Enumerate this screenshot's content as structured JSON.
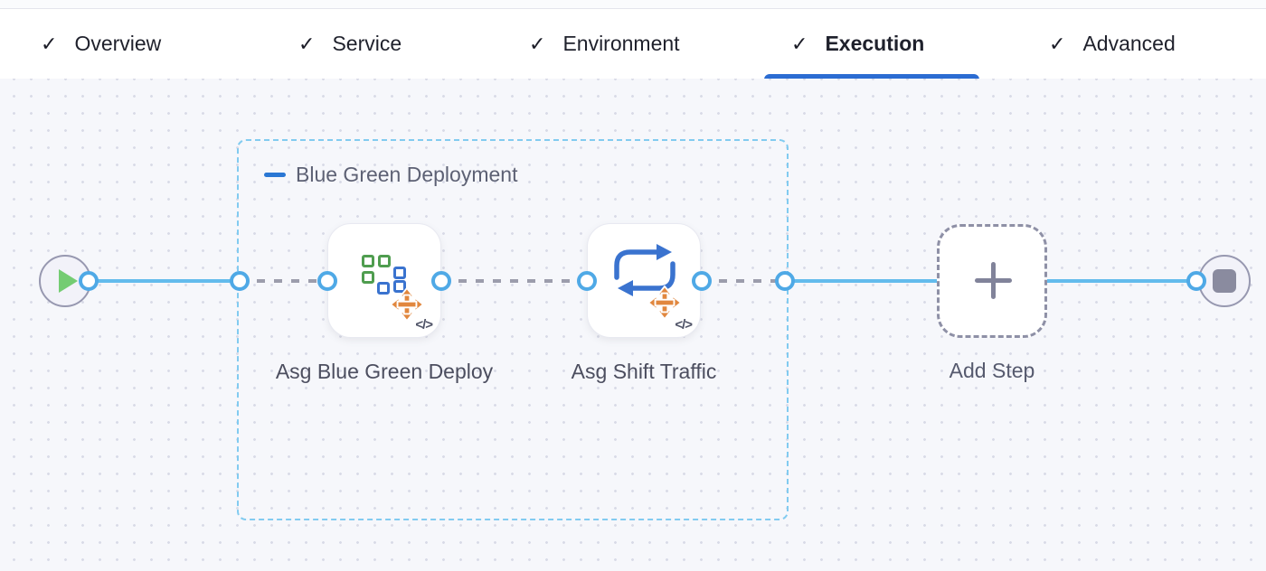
{
  "header": {
    "check_glyph": "✓",
    "tabs": [
      {
        "label": "Overview",
        "state": "completed"
      },
      {
        "label": "Service",
        "state": "completed"
      },
      {
        "label": "Environment",
        "state": "completed"
      },
      {
        "label": "Execution",
        "state": "active"
      },
      {
        "label": "Advanced",
        "state": "completed"
      }
    ]
  },
  "pipeline": {
    "start_node": {
      "icon": "play-icon"
    },
    "end_node": {
      "icon": "stop-icon"
    },
    "group": {
      "label": "Blue Green Deployment",
      "collapse_icon": "minus-icon"
    },
    "steps": [
      {
        "name": "Asg Blue Green Deploy",
        "icon": "asg-blue-green-icon",
        "badge": "</>",
        "drag_icon": "move-icon"
      },
      {
        "name": "Asg Shift Traffic",
        "icon": "shift-traffic-icon",
        "badge": "</>",
        "drag_icon": "move-icon"
      }
    ],
    "add_step": {
      "label": "Add Step",
      "icon": "plus-icon"
    }
  },
  "colors": {
    "active_tab_underline": "#2b6cd2",
    "flow_line_blue": "#63bbec",
    "connector_ring_blue": "#4fa9e6",
    "group_border_blue": "#82cbf0",
    "icon_orange": "#e1873e",
    "icon_green": "#4f9d4f",
    "icon_blue": "#3a73cf",
    "play_green": "#74cc72",
    "stop_gray": "#8a8b9f"
  }
}
